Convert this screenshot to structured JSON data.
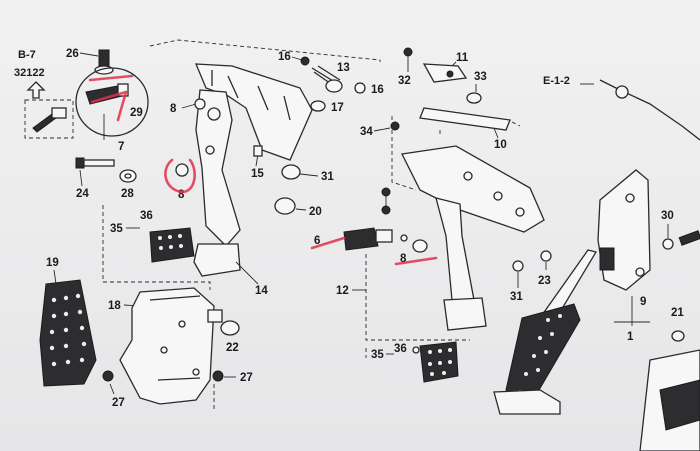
{
  "references": {
    "b7": "B-7",
    "code": "32122",
    "e12": "E-1-2"
  },
  "part_numbers": {
    "p26": "26",
    "p29": "29",
    "p7": "7",
    "p8a": "8",
    "p8b": "8",
    "p8c": "8",
    "p24": "24",
    "p28": "28",
    "p35a": "35",
    "p36a": "36",
    "p16a": "16",
    "p16b": "16",
    "p13": "13",
    "p17": "17",
    "p15": "15",
    "p31a": "31",
    "p20": "20",
    "p14": "14",
    "p19": "19",
    "p18": "18",
    "p22": "22",
    "p27a": "27",
    "p27b": "27",
    "p32": "32",
    "p11": "11",
    "p33": "33",
    "p34": "34",
    "p10": "10",
    "p6": "6",
    "p12": "12",
    "p35b": "35",
    "p36b": "36",
    "p31b": "31",
    "p23": "23",
    "p9": "9",
    "p1": "1",
    "p30": "30",
    "p21": "21"
  },
  "colors": {
    "ink": "#2a2a2c",
    "highlight": "#e0304a",
    "paper": "#efeff0"
  }
}
